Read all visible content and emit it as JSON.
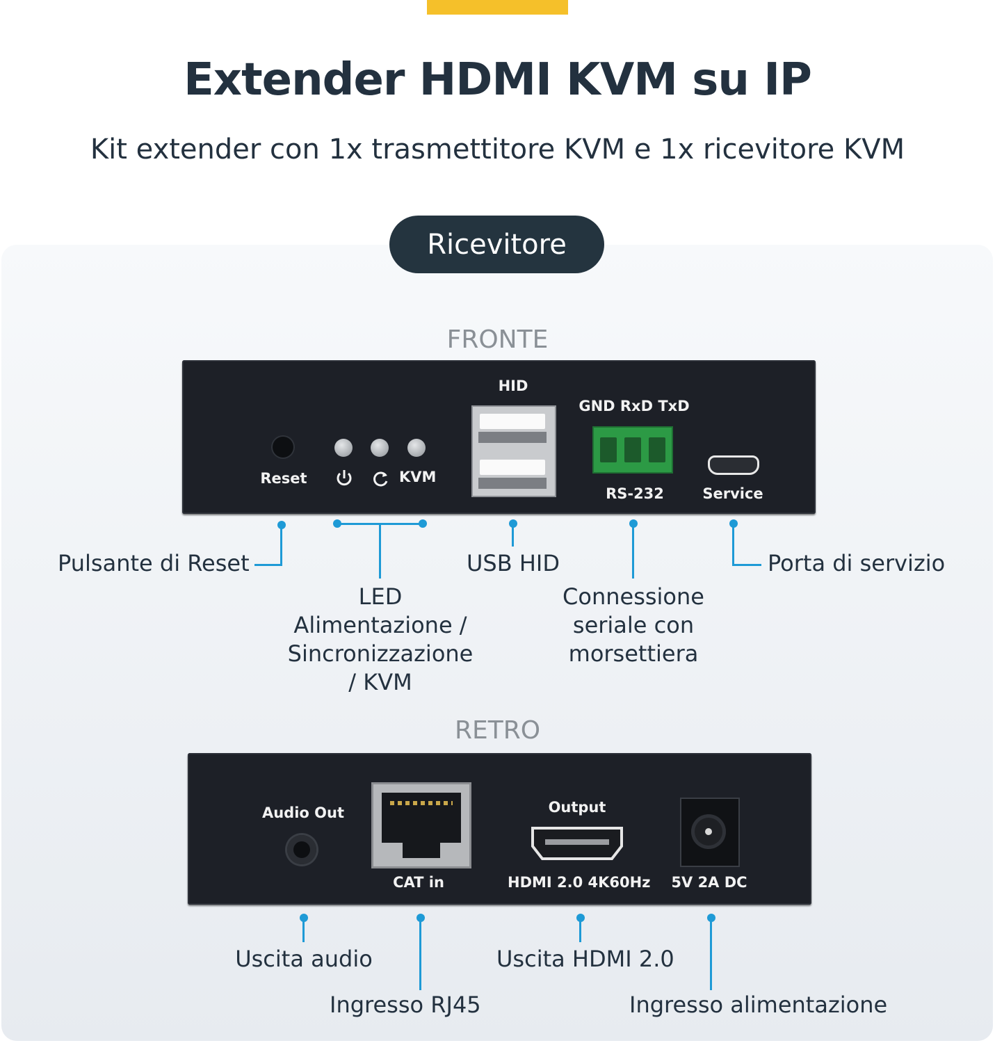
{
  "header": {
    "title": "Extender HDMI KVM su IP",
    "subtitle": "Kit extender con 1x trasmettitore KVM e 1x ricevitore KVM",
    "pill": "Ricevitore"
  },
  "front": {
    "section": "FRONTE",
    "device_labels": {
      "reset": "Reset",
      "kvm": "KVM",
      "hid": "HID",
      "serial_pins": "GND RxD TxD",
      "rs232": "RS-232",
      "service": "Service"
    },
    "callouts": {
      "reset": "Pulsante di Reset",
      "leds": [
        "LED",
        "Alimentazione /",
        "Sincronizzazione",
        "/ KVM"
      ],
      "usb": "USB HID",
      "serial": [
        "Connessione",
        "seriale con",
        "morsettiera"
      ],
      "service": "Porta di servizio"
    }
  },
  "rear": {
    "section": "RETRO",
    "device_labels": {
      "audio": "Audio Out",
      "cat": "CAT in",
      "output": "Output",
      "hdmi": "HDMI 2.0 4K60Hz",
      "power": "5V 2A DC"
    },
    "callouts": {
      "audio": "Uscita audio",
      "rj45": "Ingresso RJ45",
      "hdmi": "Uscita HDMI 2.0",
      "power": "Ingresso alimentazione"
    }
  },
  "colors": {
    "accent": "#f5c02a",
    "dark": "#23313f",
    "callout_line": "#1e9ad6",
    "device": "#1d2027"
  },
  "icons": [
    "power-icon",
    "sync-icon",
    "usb-port-icon",
    "terminal-block-icon",
    "micro-usb-icon",
    "audio-jack-icon",
    "rj45-port-icon",
    "hdmi-port-icon",
    "dc-jack-icon"
  ]
}
